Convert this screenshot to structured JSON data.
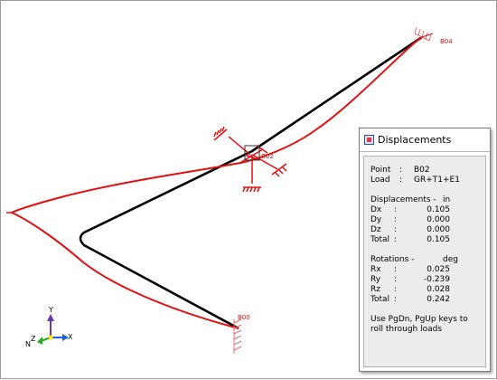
{
  "viewport": {
    "node_labels": [
      "B04",
      "B02",
      "B00"
    ],
    "axis_labels": {
      "x": "X",
      "y": "Y",
      "z": "Z",
      "n": "N"
    }
  },
  "dialog": {
    "title": "Displacements",
    "point": {
      "label": "Point",
      "value": "B02"
    },
    "load": {
      "label": "Load",
      "value": "GR+T1+E1"
    },
    "displacements": {
      "header": "Displacements -",
      "unit": "in",
      "rows": [
        {
          "label": "Dx",
          "value": "0.105"
        },
        {
          "label": "Dy",
          "value": "0.000"
        },
        {
          "label": "Dz",
          "value": "0.000"
        },
        {
          "label": "Total",
          "value": "0.105"
        }
      ]
    },
    "rotations": {
      "header": "Rotations -",
      "unit": "deg",
      "rows": [
        {
          "label": "Rx",
          "value": "0.025"
        },
        {
          "label": "Ry",
          "value": "-0.239"
        },
        {
          "label": "Rz",
          "value": "0.028"
        },
        {
          "label": "Total",
          "value": "0.242"
        }
      ]
    },
    "note": "Use PgDn, PgUp keys to roll through loads"
  },
  "colors": {
    "undeformed": "#000000",
    "deformed": "#e01010",
    "restraint": "#e01010",
    "anchor_hatch": "#e07070"
  }
}
